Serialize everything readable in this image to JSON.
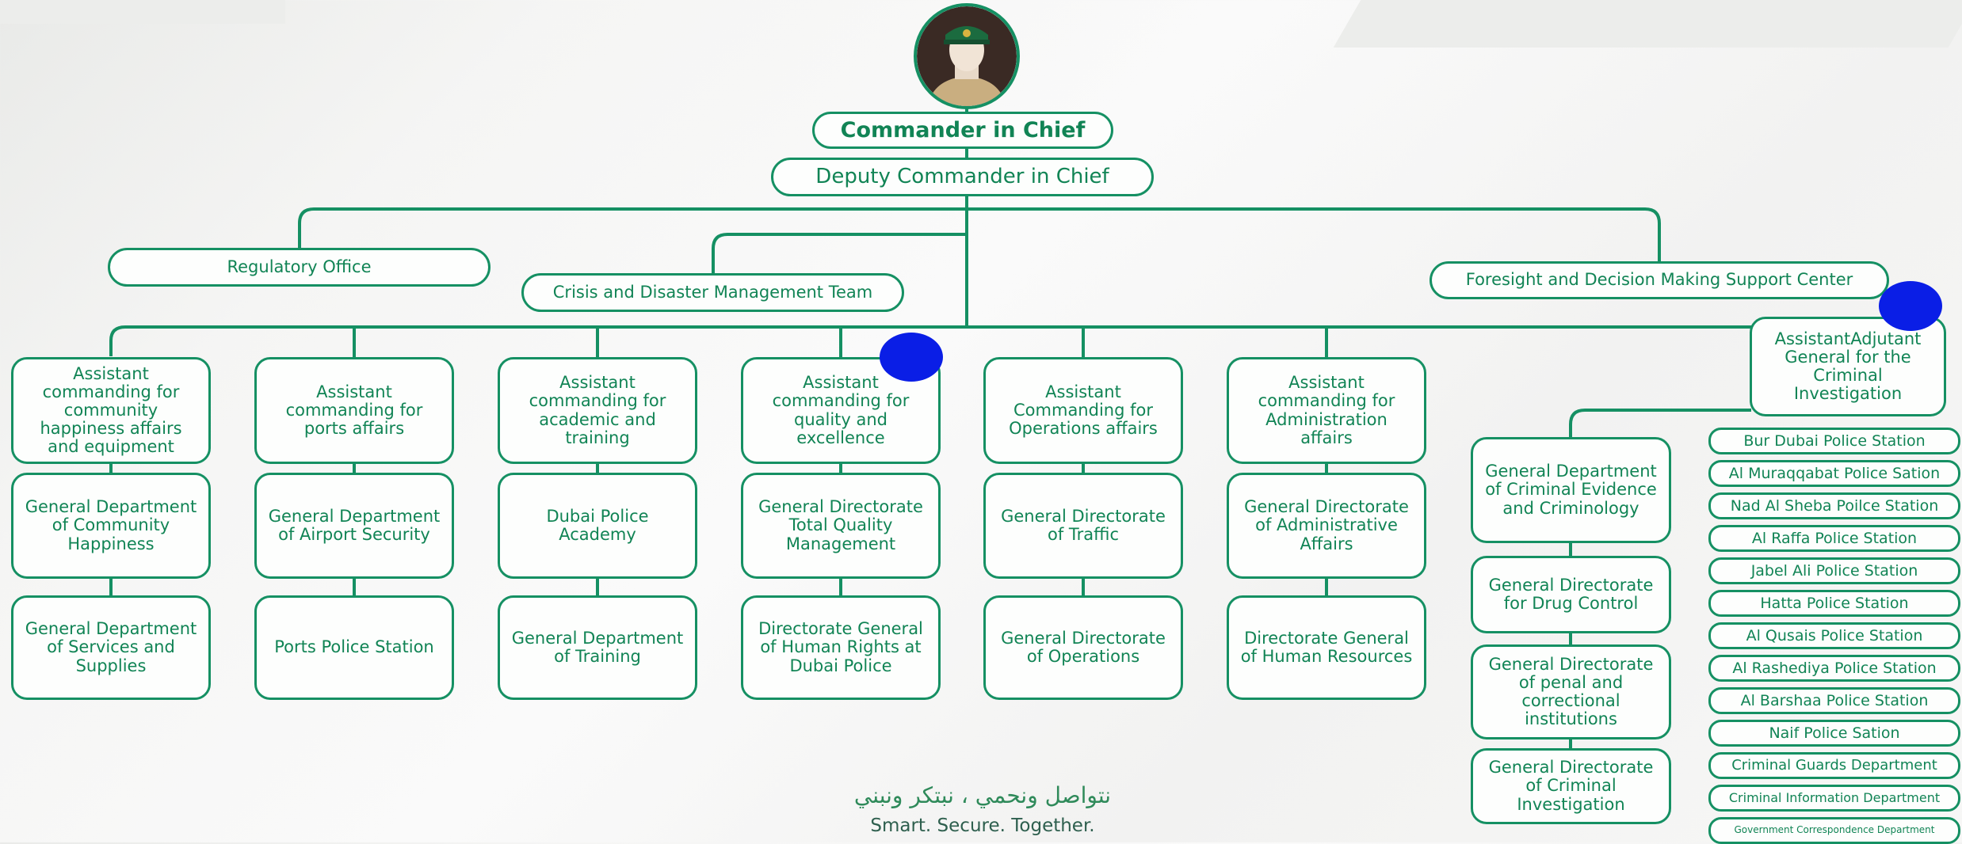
{
  "commander": "Commander in Chief",
  "deputy": "Deputy Commander in Chief",
  "regulatory_office": "Regulatory Office",
  "crisis_team": "Crisis and Disaster Management Team",
  "foresight_center": "Foresight and Decision Making Support Center",
  "columns": [
    {
      "assistant": "Assistant commanding for community happiness affairs and equipment",
      "dept1": "General Department of Community Happiness",
      "dept2": "General Department of Services and Supplies"
    },
    {
      "assistant": "Assistant commanding for ports affairs",
      "dept1": "General Department of Airport Security",
      "dept2": "Ports Police Station"
    },
    {
      "assistant": "Assistant commanding for academic and training",
      "dept1": "Dubai Police Academy",
      "dept2": "General Department of Training"
    },
    {
      "assistant": "Assistant commanding for quality and excellence",
      "dept1": "General Directorate Total Quality Management",
      "dept2": "Directorate General of Human Rights at Dubai Police"
    },
    {
      "assistant": "Assistant Commanding for Operations affairs",
      "dept1": "General Directorate of Traffic",
      "dept2": "General Directorate of Operations"
    },
    {
      "assistant": "Assistant commanding for Administration affairs",
      "dept1": "General Directorate of Administrative Affairs",
      "dept2": "Directorate General of Human Resources"
    }
  ],
  "criminal": {
    "assistant": "AssistantAdjutant General for the Criminal Investigation",
    "departments": [
      "General Department of Criminal Evidence and Criminology",
      "General Directorate for Drug Control",
      "General Directorate of penal and correctional institutions",
      "General Directorate of Criminal Investigation"
    ],
    "stations": [
      "Bur Dubai Police Station",
      "Al Muraqqabat Police Sation",
      "Nad Al Sheba Poilce Station",
      "Al Raffa Police Station",
      "Jabel Ali Police Station",
      "Hatta Police Station",
      "Al Qusais Police Station",
      "Al Rashediya Police Station",
      "Al Barshaa Police Station",
      "Naif Police Sation",
      "Criminal Guards Department",
      "Criminal Information Department",
      "Government Correspondence Department"
    ]
  },
  "slogan_arabic": "نتواصل ونحمي ، نبتكر ونبني",
  "slogan_english": "Smart. Secure. Together.",
  "colors": {
    "line": "#159063",
    "text": "#118455",
    "marker": "#0a1ee6"
  }
}
